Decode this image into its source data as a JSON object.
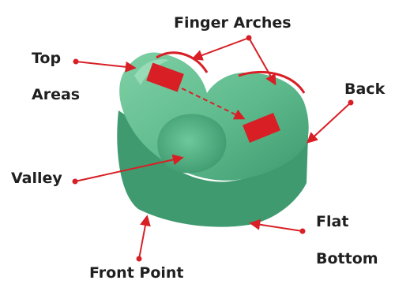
{
  "labels": {
    "finger_arches": "Finger Arches",
    "top": "Top",
    "areas": "Areas",
    "back": "Back",
    "valley": "Valley",
    "flat": "Flat",
    "bottom": "Bottom",
    "front_point": "Front Point"
  },
  "colors": {
    "object_green": "#5dba8c",
    "object_green_dark": "#3f9a6f",
    "object_green_light": "#7fd0a5",
    "annotation_red": "#d81f26",
    "label_text": "#1f1f1f"
  }
}
